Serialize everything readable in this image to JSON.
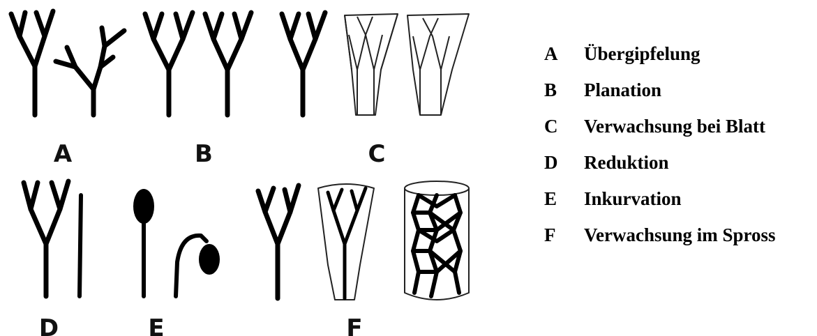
{
  "panels": [
    {
      "letter": "A"
    },
    {
      "letter": "B"
    },
    {
      "letter": "C"
    },
    {
      "letter": "D"
    },
    {
      "letter": "E"
    },
    {
      "letter": "F"
    }
  ],
  "legend": [
    {
      "key": "A",
      "label": "Übergipfelung"
    },
    {
      "key": "B",
      "label": "Planation"
    },
    {
      "key": "C",
      "label": "Verwachsung bei Blatt"
    },
    {
      "key": "D",
      "label": "Reduktion"
    },
    {
      "key": "E",
      "label": "Inkurvation"
    },
    {
      "key": "F",
      "label": "Verwachsung im Spross"
    }
  ]
}
